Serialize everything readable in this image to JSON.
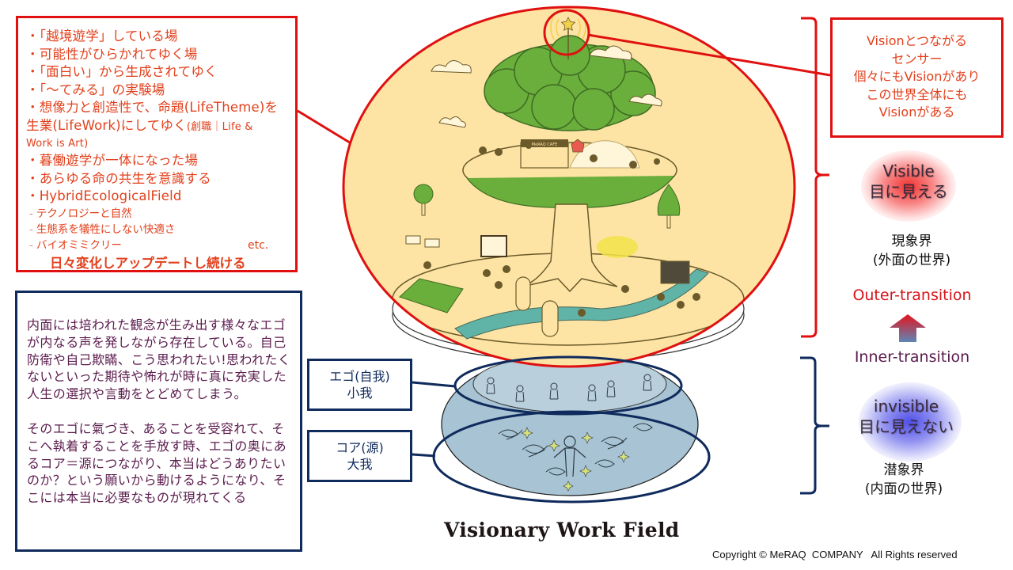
{
  "features_box": {
    "items": [
      "・「越境遊学」している場",
      "・可能性がひらかれてゆく場",
      "・「面白い」から生成されてゆく",
      "・「〜てみる」の実験場",
      "・想像力と創造性で、命題(LifeTheme)を"
    ],
    "lifework_main": "生業(LifeWork)にしてゆく",
    "lifework_note_1": "(創職｜Life &",
    "lifework_note_2": "Work is Art)",
    "items_2": [
      "・暮働遊学が一体になった場",
      "・あらゆる命の共生を意識する",
      "・HybridEcologicalField"
    ],
    "sub_items": [
      "テクノロジーと自然",
      "生態系を犠牲にしない快適さ",
      "バイオミミクリー"
    ],
    "sub_dash": "-",
    "etc": "etc.",
    "emphasis": "日々変化しアップデートし続ける"
  },
  "ego_text_box": {
    "paragraph_1": "内面には培われた観念が生み出す様々なエゴが内なる声を発しながら存在している。自己防衛や自己欺瞞、こう思われたい!思われたくないといった期待や怖れが時に真に充実した人生の選択や言動をとどめてしまう。",
    "paragraph_2": "そのエゴに氣づき、あることを受容れて、そこへ執着することを手放す時、エゴの奥にあるコア＝源につながり、本当はどうありたいのか？という願いから動けるようになり、そこには本当に必要なものが現れてくる"
  },
  "layer_labels": {
    "ego_line1": "エゴ(自我)",
    "ego_line2": "小我",
    "core_line1": "コア(源)",
    "core_line2": "大我"
  },
  "vision_box": {
    "lines": [
      "Visionとつながる",
      "センサー",
      "個々にもVisionがあり",
      "この世界全体にも",
      "Visionがある"
    ]
  },
  "right_panel": {
    "visible_en": "Visible",
    "visible_jp": "目に見える",
    "phenomenal_1": "現象界",
    "phenomenal_2": "(外面の世界)",
    "outer_transition": "Outer-transition",
    "inner_transition": "Inner-transition",
    "invisible_en": "invisible",
    "invisible_jp": "目に見えない",
    "latent_1": "潜象界",
    "latent_2": "(内面の世界)"
  },
  "illustration": {
    "cafe_sign": "MeRAQ CAFE"
  },
  "footer": {
    "title": "Visionary Work Field",
    "copyright": "Copyright © MeRAQ  COMPANY   All Rights reserved"
  },
  "colors": {
    "red_accent": "#e01010",
    "red_text": "#e2401c",
    "navy": "#0f2a5c",
    "purple_text": "#5b1b4d",
    "sphere_fill": "#fde4a4",
    "foliage": "#6aae3c",
    "inner_fill": "#a8c3d3"
  }
}
